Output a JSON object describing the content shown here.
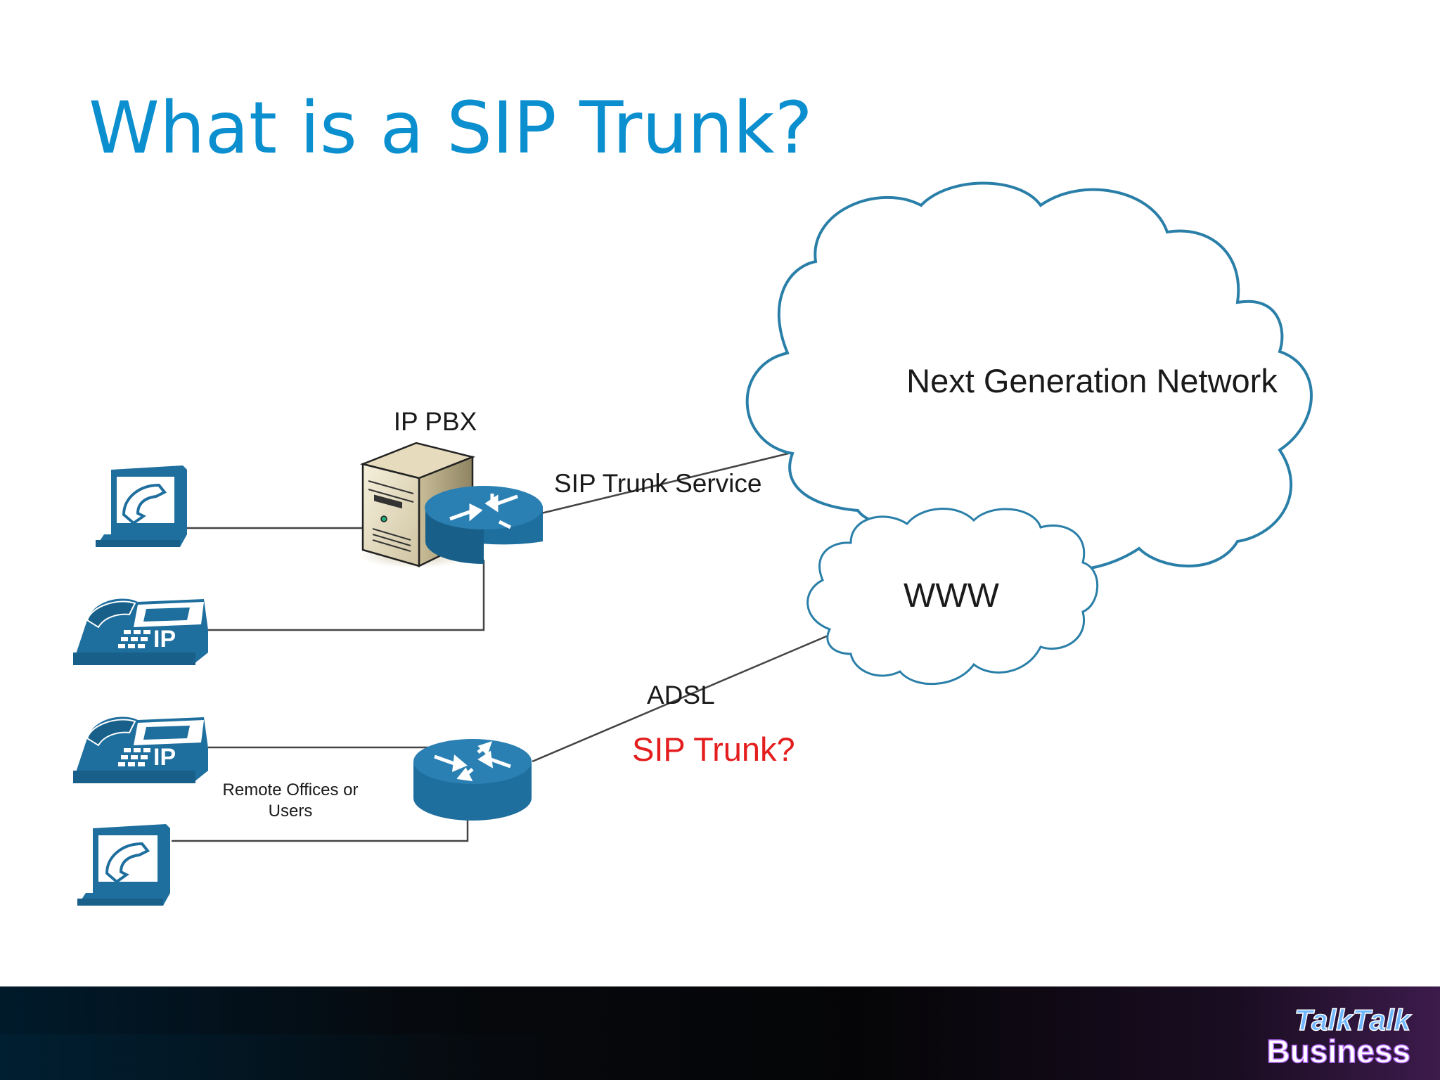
{
  "slide": {
    "title": "What is a SIP Trunk?"
  },
  "diagram": {
    "clouds": {
      "ngn_label": "Next Generation Network",
      "www_label": "WWW"
    },
    "labels": {
      "ip_pbx": "IP PBX",
      "sip_trunk_service": "SIP Trunk Service",
      "adsl": "ADSL",
      "sip_trunk_question": "SIP Trunk?",
      "remote_line1": "Remote Offices or",
      "remote_line2": "Users"
    },
    "ip_phone_badge": "IP",
    "colors": {
      "title": "#0b8fce",
      "device_blue": "#1e6e9e",
      "cloud_outline": "#2a7fa8",
      "question_red": "#e41e1e",
      "line_gray": "#444444"
    }
  },
  "footer": {
    "logo_line1": "TalkTalk",
    "logo_line2": "Business"
  }
}
